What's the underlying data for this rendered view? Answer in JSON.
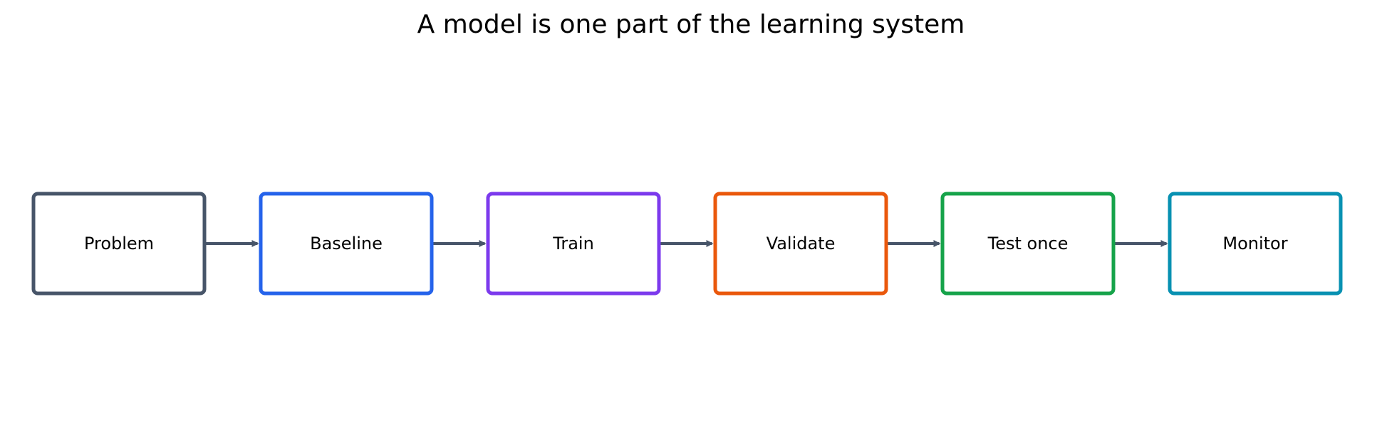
{
  "title": "A model is one part of the learning system",
  "arrow_color": "#475569",
  "nodes": [
    {
      "label": "Problem",
      "color": "#475569"
    },
    {
      "label": "Baseline",
      "color": "#2563eb"
    },
    {
      "label": "Train",
      "color": "#7c3aed"
    },
    {
      "label": "Validate",
      "color": "#ea580c"
    },
    {
      "label": "Test once",
      "color": "#16a34a"
    },
    {
      "label": "Monitor",
      "color": "#0891b2"
    }
  ],
  "edges": [
    {
      "from": 0,
      "to": 1
    },
    {
      "from": 1,
      "to": 2
    },
    {
      "from": 2,
      "to": 3
    },
    {
      "from": 3,
      "to": 4
    },
    {
      "from": 4,
      "to": 5
    }
  ]
}
